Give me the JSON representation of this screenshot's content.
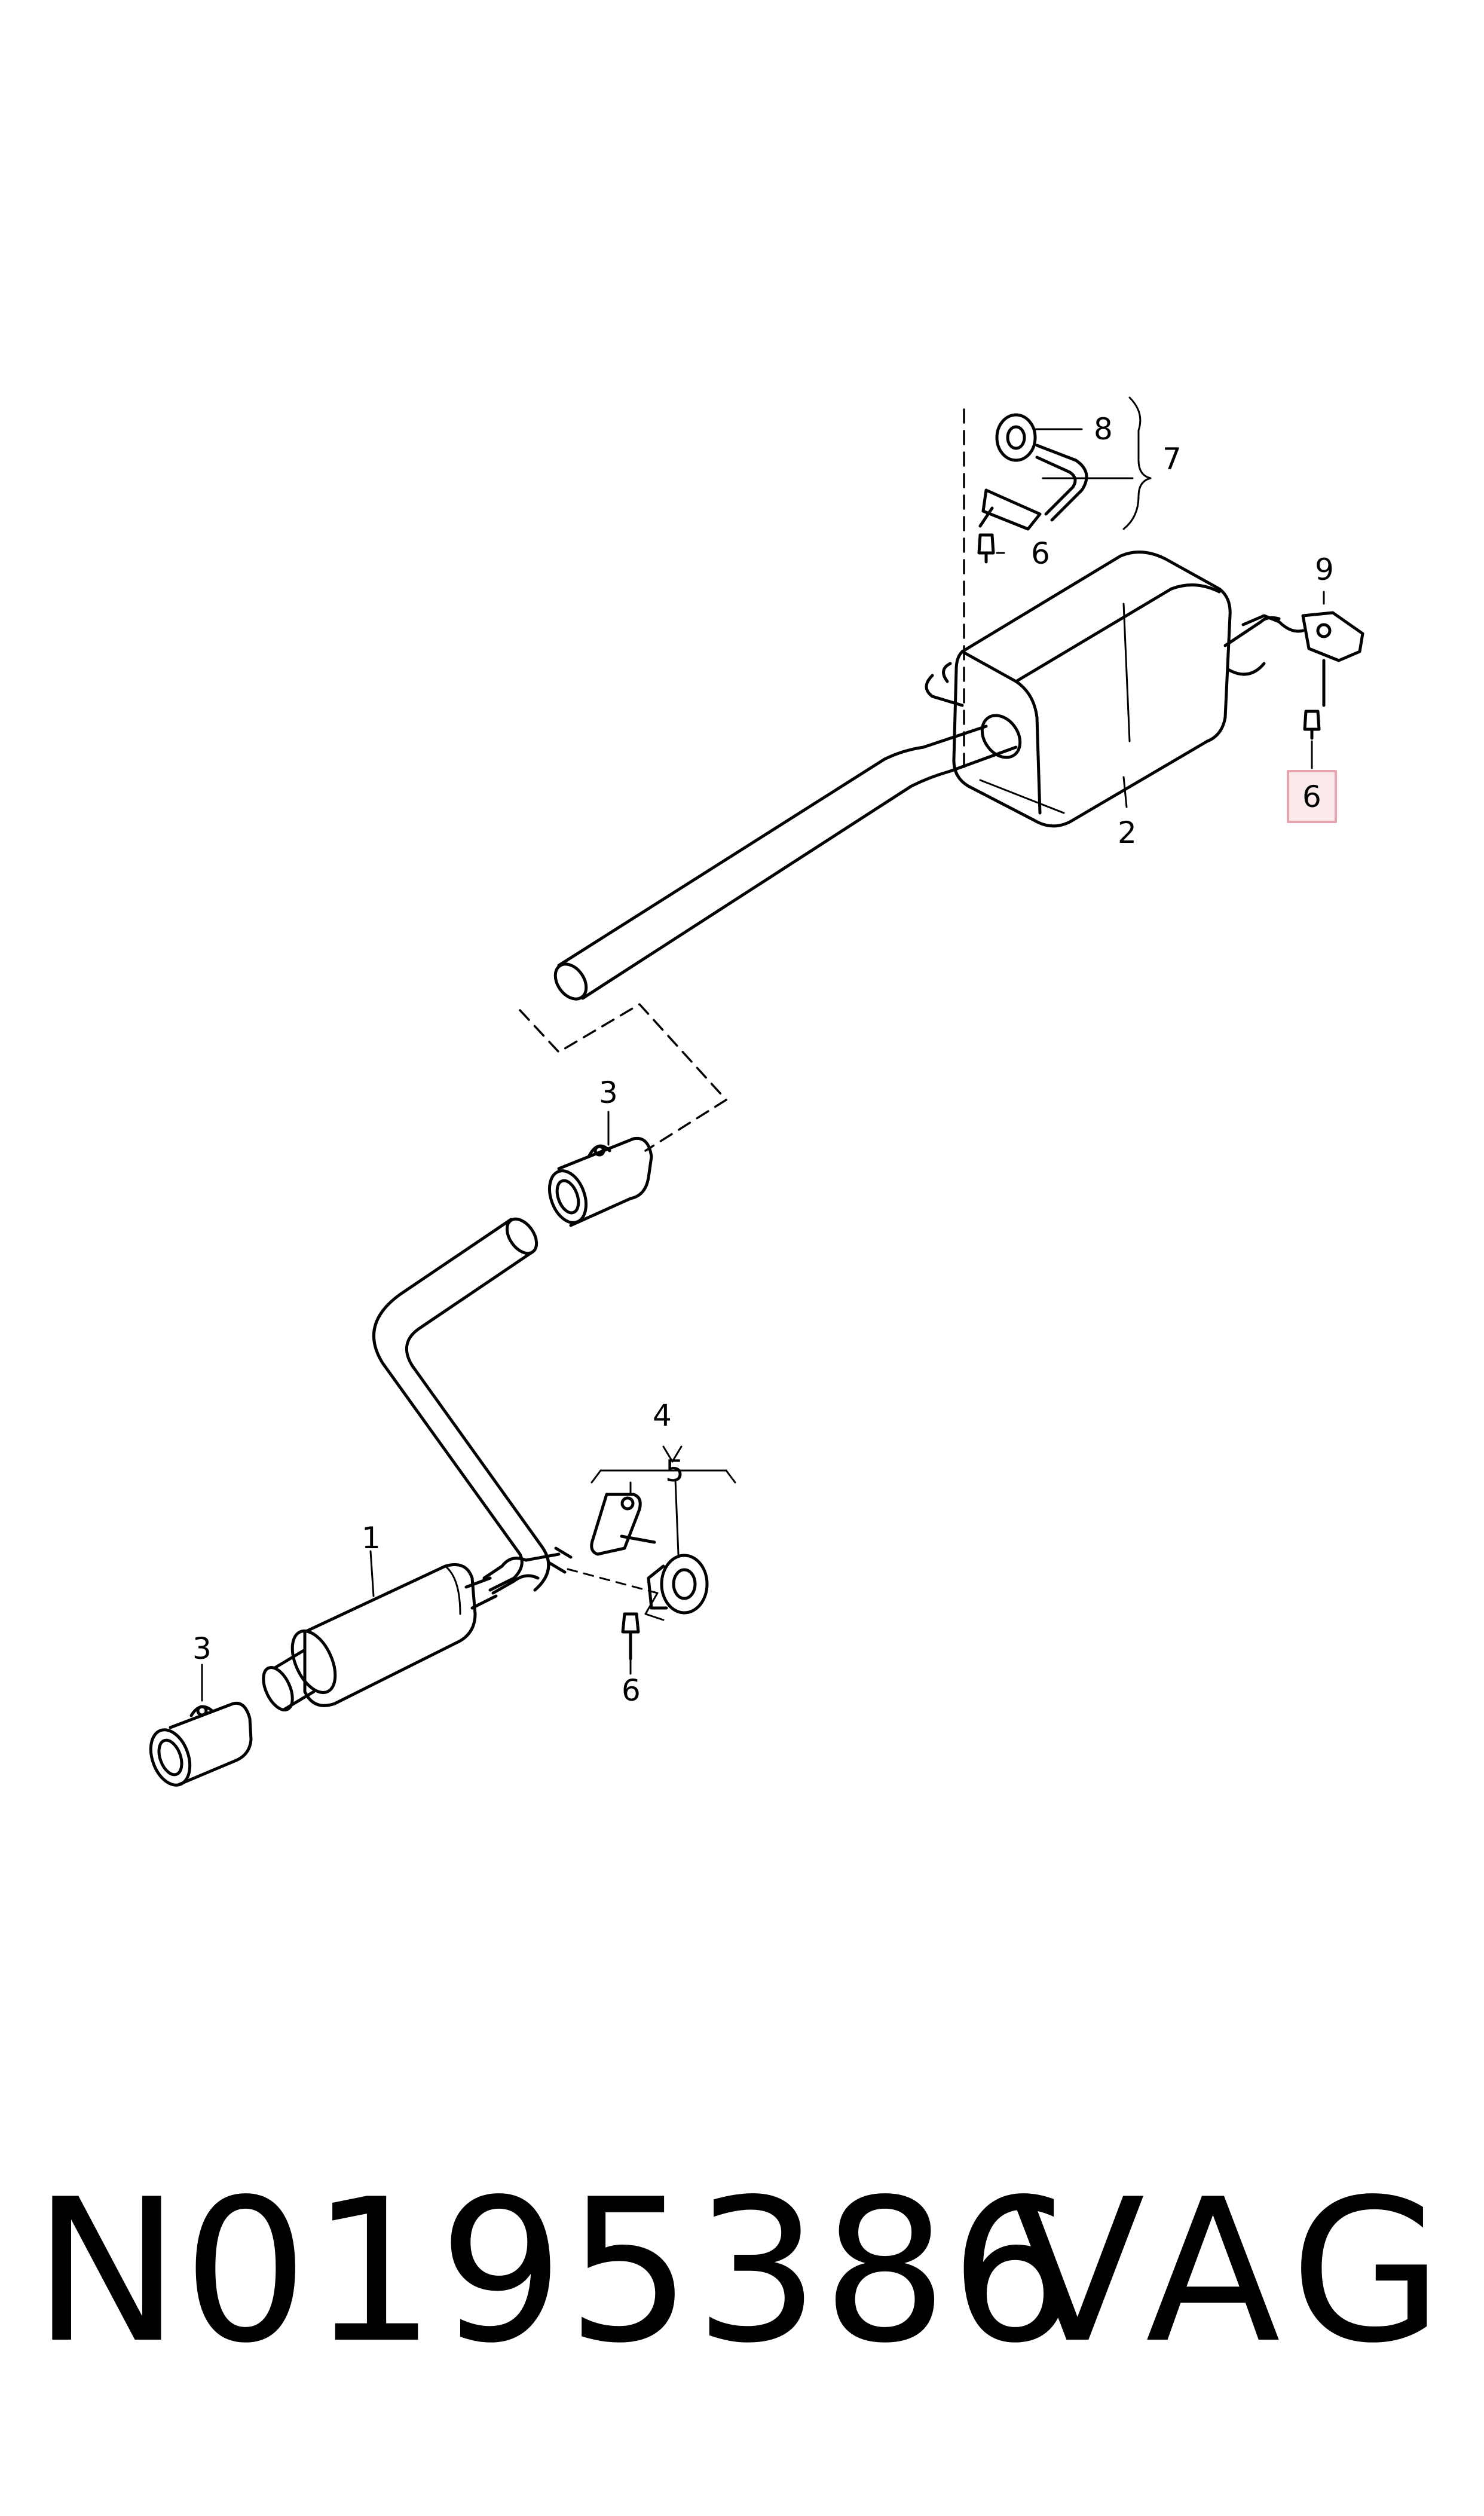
{
  "diagram": {
    "callouts": [
      {
        "id": "c1",
        "label": "1"
      },
      {
        "id": "c2",
        "label": "2"
      },
      {
        "id": "c3a",
        "label": "3"
      },
      {
        "id": "c3b",
        "label": "3"
      },
      {
        "id": "c4",
        "label": "4"
      },
      {
        "id": "c5",
        "label": "5"
      },
      {
        "id": "c6a",
        "label": "6"
      },
      {
        "id": "c6b",
        "label": "6"
      },
      {
        "id": "c6c",
        "label": "6",
        "highlighted": true
      },
      {
        "id": "c7",
        "label": "7"
      },
      {
        "id": "c8",
        "label": "8"
      },
      {
        "id": "c9",
        "label": "9"
      }
    ],
    "highlight_color": "#e7a3ad",
    "highlight_fill": "#fbe9ec",
    "line_color": "#000000"
  },
  "footer": {
    "part_number": "N0195386",
    "brand": "VAG"
  }
}
